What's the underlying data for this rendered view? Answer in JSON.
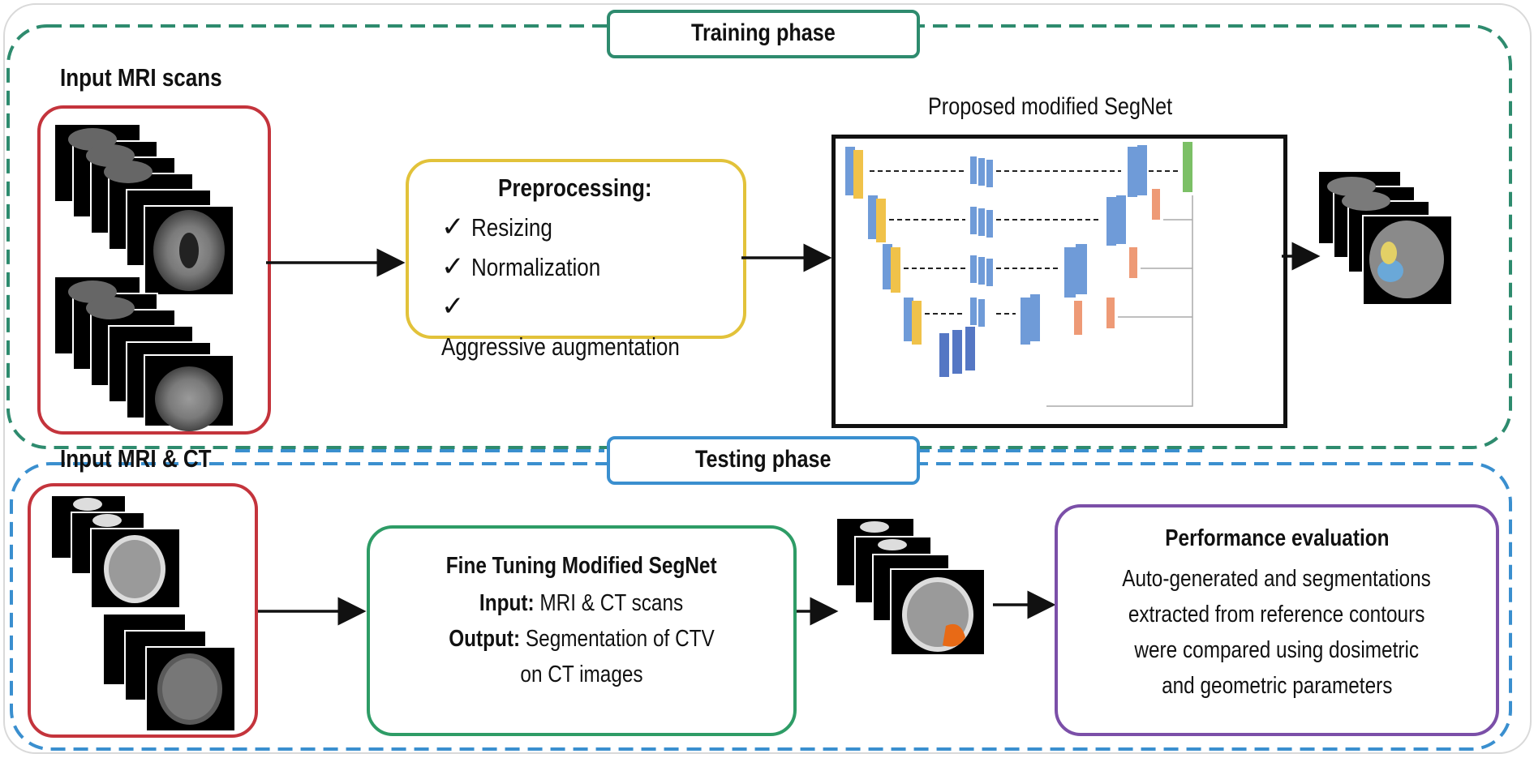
{
  "training": {
    "phase_label": "Training phase",
    "input_label": "Input MRI scans",
    "preprocessing": {
      "title": "Preprocessing:",
      "items": [
        "Resizing",
        "Normalization",
        "Aggressive augmentation"
      ]
    },
    "segnet_label": "Proposed modified SegNet"
  },
  "testing": {
    "phase_label": "Testing phase",
    "input_label": "Input MRI & CT",
    "finetune": {
      "title": "Fine Tuning Modified SegNet",
      "input_key": "Input:",
      "input_val": " MRI & CT scans",
      "output_key": "Output:",
      "output_val": " Segmentation of CTV",
      "output_val2": "on CT images"
    },
    "evaluation": {
      "title": "Performance evaluation",
      "lines": [
        "Auto-generated and segmentations",
        "extracted from reference contours",
        "were compared using dosimetric",
        "and geometric parameters"
      ]
    }
  },
  "colors": {
    "training_dash": "#2e8b6e",
    "testing_dash": "#3a8fcf",
    "input_border": "#c4343c",
    "preprocessing_border": "#e2c23a",
    "finetune_border": "#2e9c66",
    "evaluation_border": "#7b4fa8",
    "encoder_yellow": "#f0c24a",
    "encoder_blue": "#6f9bd8",
    "decoder_orange": "#ee9a76",
    "softmax_green": "#7cc066"
  },
  "icons": [
    "checkmark-icon",
    "arrow-right-icon",
    "mri-scan-stack-icon",
    "ct-scan-stack-icon",
    "segnet-architecture-icon"
  ]
}
